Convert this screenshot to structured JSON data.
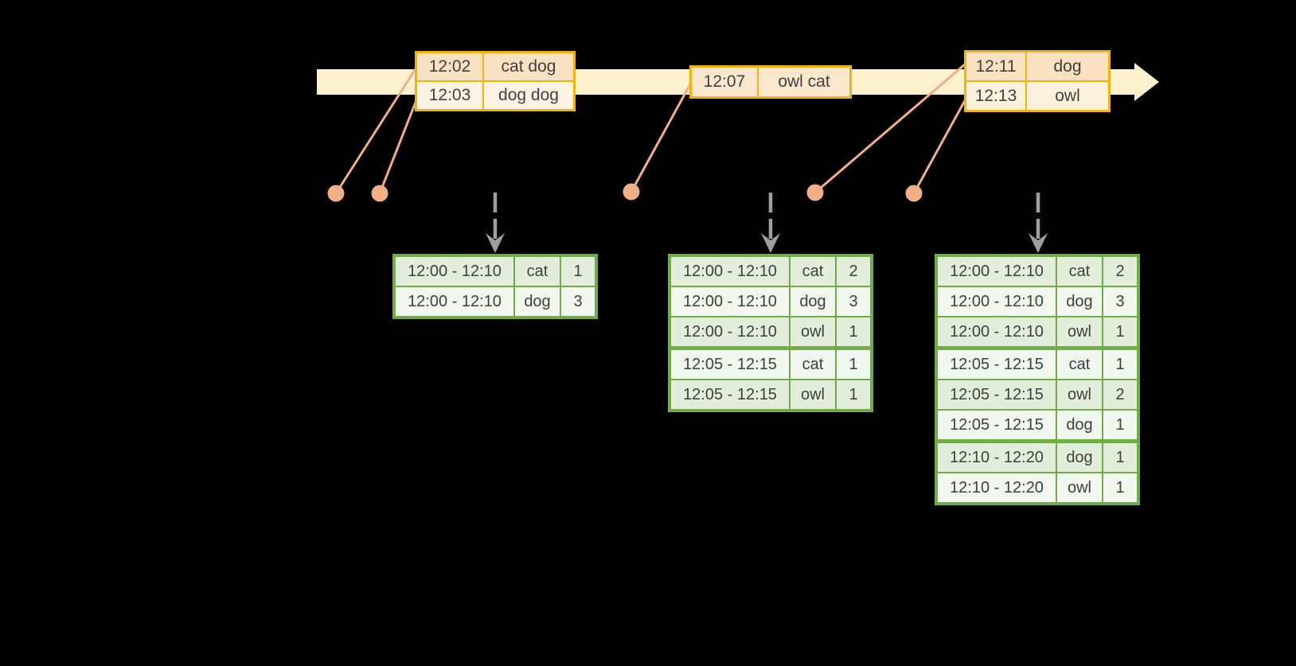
{
  "colors": {
    "background": "#000000",
    "timeline_band": "#FCF1CD",
    "gold_border": "#F2B20F",
    "event_row_dark": "#F9E1C2",
    "event_row_light": "#FDF3E4",
    "dot_and_leader": "#F0AF85",
    "green_border": "#6FAD47",
    "result_row_tint": "#E2EEDB",
    "result_row_light": "#F2F7EF",
    "trigger_arrow_gray": "#9E9E9E",
    "text": "#3F3F3F"
  },
  "event_tables": [
    {
      "rows": [
        {
          "time": "12:02",
          "words": "cat dog"
        },
        {
          "time": "12:03",
          "words": "dog dog"
        }
      ]
    },
    {
      "rows": [
        {
          "time": "12:07",
          "words": "owl cat"
        }
      ]
    },
    {
      "rows": [
        {
          "time": "12:11",
          "words": "dog"
        },
        {
          "time": "12:13",
          "words": "owl"
        }
      ]
    }
  ],
  "result_tables": [
    {
      "rows": [
        {
          "window": "12:00 - 12:10",
          "word": "cat",
          "count": "1"
        },
        {
          "window": "12:00 - 12:10",
          "word": "dog",
          "count": "3"
        }
      ]
    },
    {
      "rows": [
        {
          "window": "12:00 - 12:10",
          "word": "cat",
          "count": "2"
        },
        {
          "window": "12:00 - 12:10",
          "word": "dog",
          "count": "3"
        },
        {
          "window": "12:00 - 12:10",
          "word": "owl",
          "count": "1"
        },
        {
          "window": "12:05 - 12:15",
          "word": "cat",
          "count": "1"
        },
        {
          "window": "12:05 - 12:15",
          "word": "owl",
          "count": "1"
        }
      ]
    },
    {
      "rows": [
        {
          "window": "12:00 - 12:10",
          "word": "cat",
          "count": "2"
        },
        {
          "window": "12:00 - 12:10",
          "word": "dog",
          "count": "3"
        },
        {
          "window": "12:00 - 12:10",
          "word": "owl",
          "count": "1"
        },
        {
          "window": "12:05 - 12:15",
          "word": "cat",
          "count": "1"
        },
        {
          "window": "12:05 - 12:15",
          "word": "owl",
          "count": "2"
        },
        {
          "window": "12:05 - 12:15",
          "word": "dog",
          "count": "1"
        },
        {
          "window": "12:10 - 12:20",
          "word": "dog",
          "count": "1"
        },
        {
          "window": "12:10 - 12:20",
          "word": "owl",
          "count": "1"
        }
      ]
    }
  ]
}
